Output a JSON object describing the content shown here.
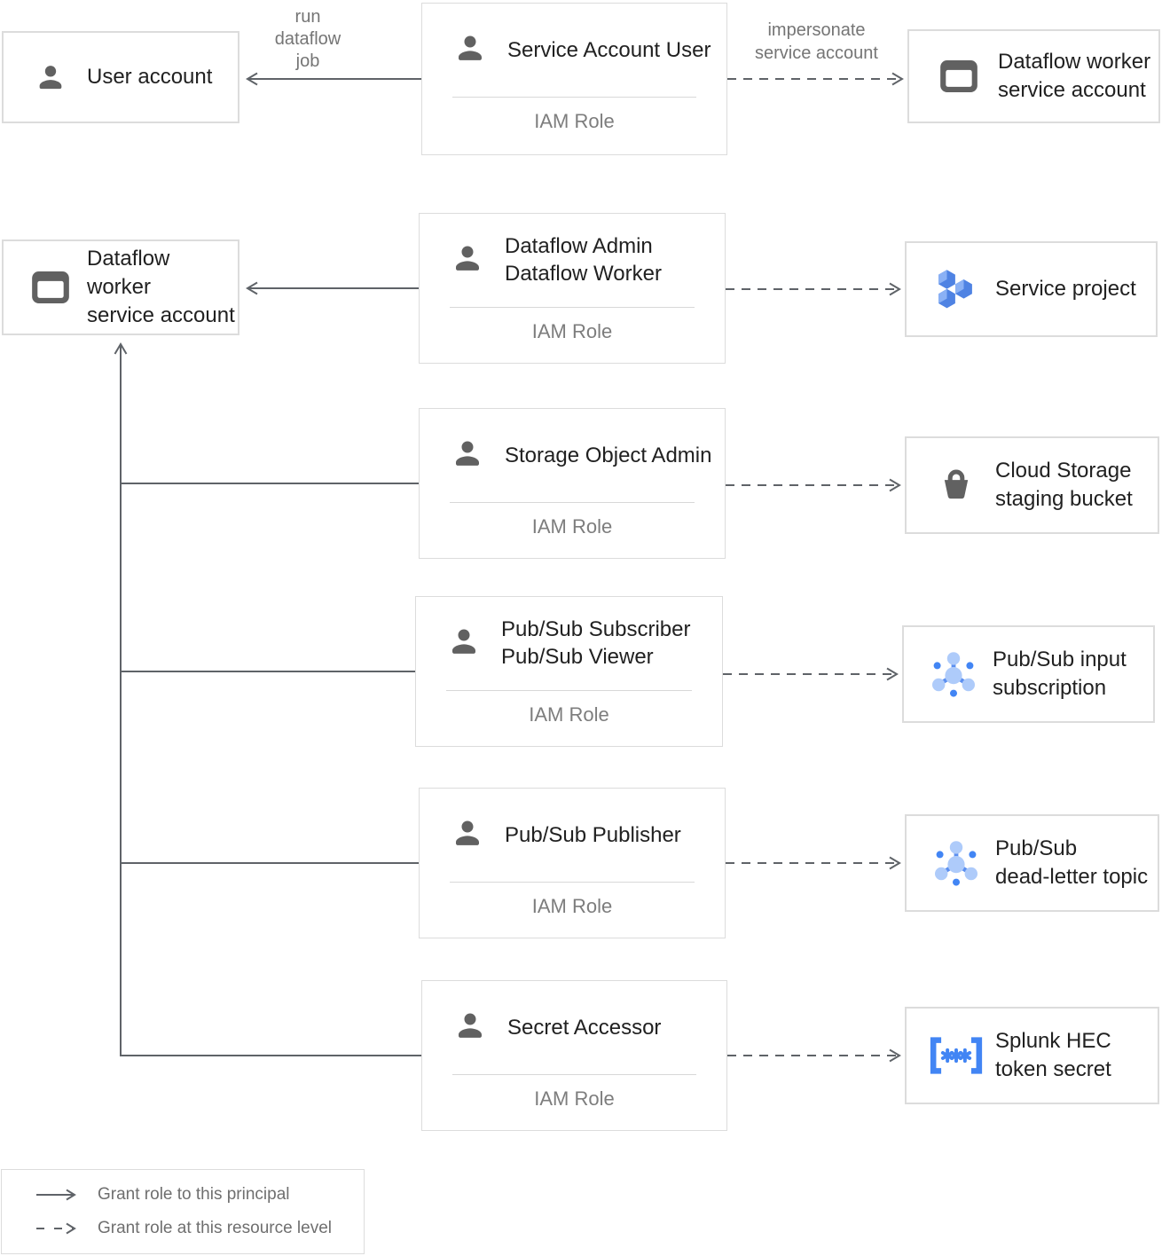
{
  "colors": {
    "box_border": "#dcdcdc",
    "text_primary": "#212121",
    "text_secondary": "#757575",
    "icon_gray": "#616161",
    "accent_blue": "#4285f4",
    "accent_blue_light": "#aecbfa",
    "line_gray": "#5f6368"
  },
  "edges": {
    "run_dataflow_job": "run\ndataflow\njob",
    "impersonate": "impersonate\nservice account"
  },
  "principals": [
    {
      "label": "User account",
      "icon": "person-icon"
    },
    {
      "label": "Dataflow worker\nservice account",
      "icon": "service-account-icon"
    }
  ],
  "roles": [
    {
      "title": "Service Account User",
      "subtitle": "IAM Role"
    },
    {
      "title": "Dataflow Admin\nDataflow Worker",
      "subtitle": "IAM Role"
    },
    {
      "title": "Storage Object Admin",
      "subtitle": "IAM Role"
    },
    {
      "title": "Pub/Sub Subscriber\nPub/Sub Viewer",
      "subtitle": "IAM Role"
    },
    {
      "title": "Pub/Sub Publisher",
      "subtitle": "IAM Role"
    },
    {
      "title": "Secret Accessor",
      "subtitle": "IAM Role"
    }
  ],
  "resources": [
    {
      "label": "Dataflow worker\nservice account",
      "icon": "service-account-icon"
    },
    {
      "label": "Service project",
      "icon": "project-hexagons-icon"
    },
    {
      "label": "Cloud Storage\nstaging bucket",
      "icon": "storage-bucket-icon"
    },
    {
      "label": "Pub/Sub input\nsubscription",
      "icon": "pubsub-icon"
    },
    {
      "label": "Pub/Sub\ndead-letter topic",
      "icon": "pubsub-icon"
    },
    {
      "label": "Splunk HEC\ntoken secret",
      "icon": "secret-icon"
    }
  ],
  "legend": [
    {
      "style": "solid",
      "label": "Grant role to this principal"
    },
    {
      "style": "dashed",
      "label": "Grant role at this resource level"
    }
  ]
}
